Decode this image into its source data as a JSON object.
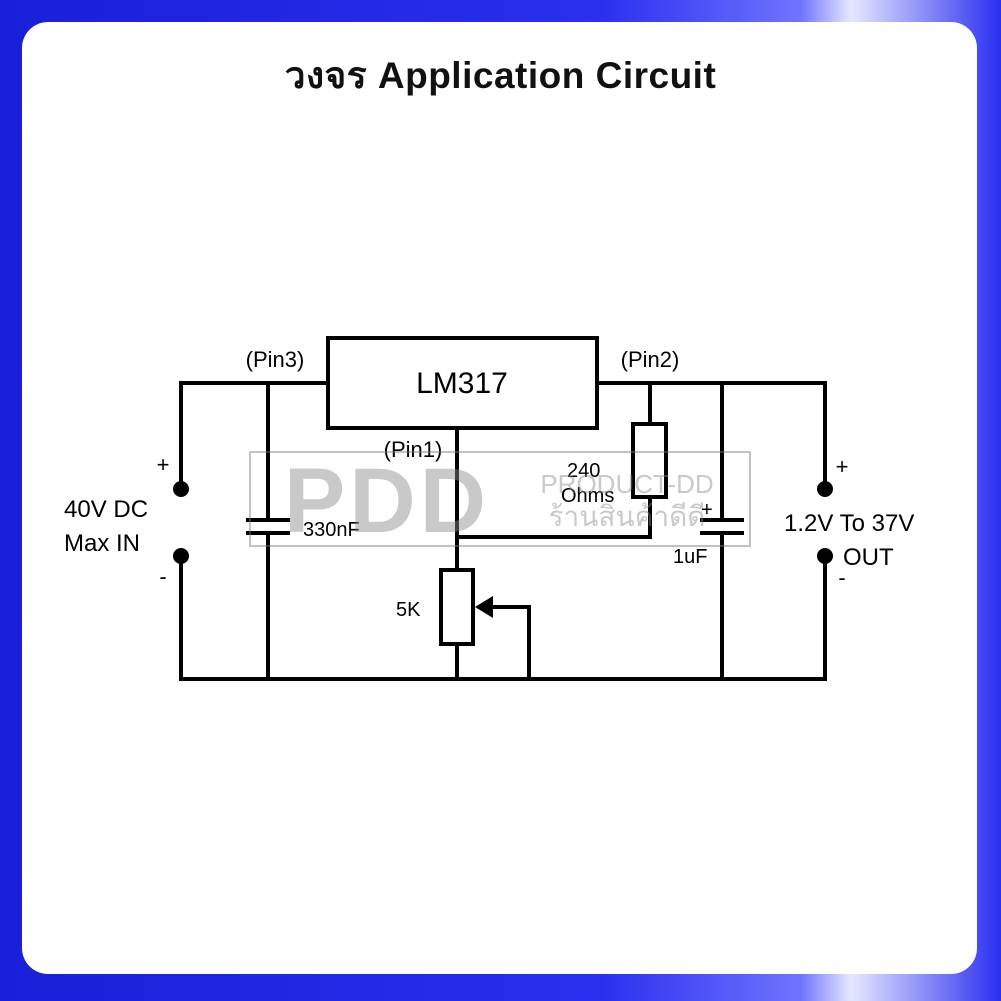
{
  "title": "วงจร Application Circuit",
  "diagram": {
    "ic_label": "LM317",
    "pin3_label": "(Pin3)",
    "pin2_label": "(Pin2)",
    "pin1_label": "(Pin1)",
    "input_plus": "+",
    "input_minus": "-",
    "input_voltage": "40V DC",
    "input_note": "Max IN",
    "cap_in_label": "330nF",
    "resistor_value": "240",
    "resistor_unit": "Ohms",
    "cap_out_plus": "+",
    "cap_out_label": "1uF",
    "pot_label": "5K",
    "output_plus": "+",
    "output_minus": "-",
    "output_voltage": "1.2V To 37V",
    "output_note": "OUT"
  },
  "watermark": {
    "logo": "PDD",
    "brand": "PRODUCT-DD",
    "tagline": "ร้านสินค้าดีดี"
  }
}
